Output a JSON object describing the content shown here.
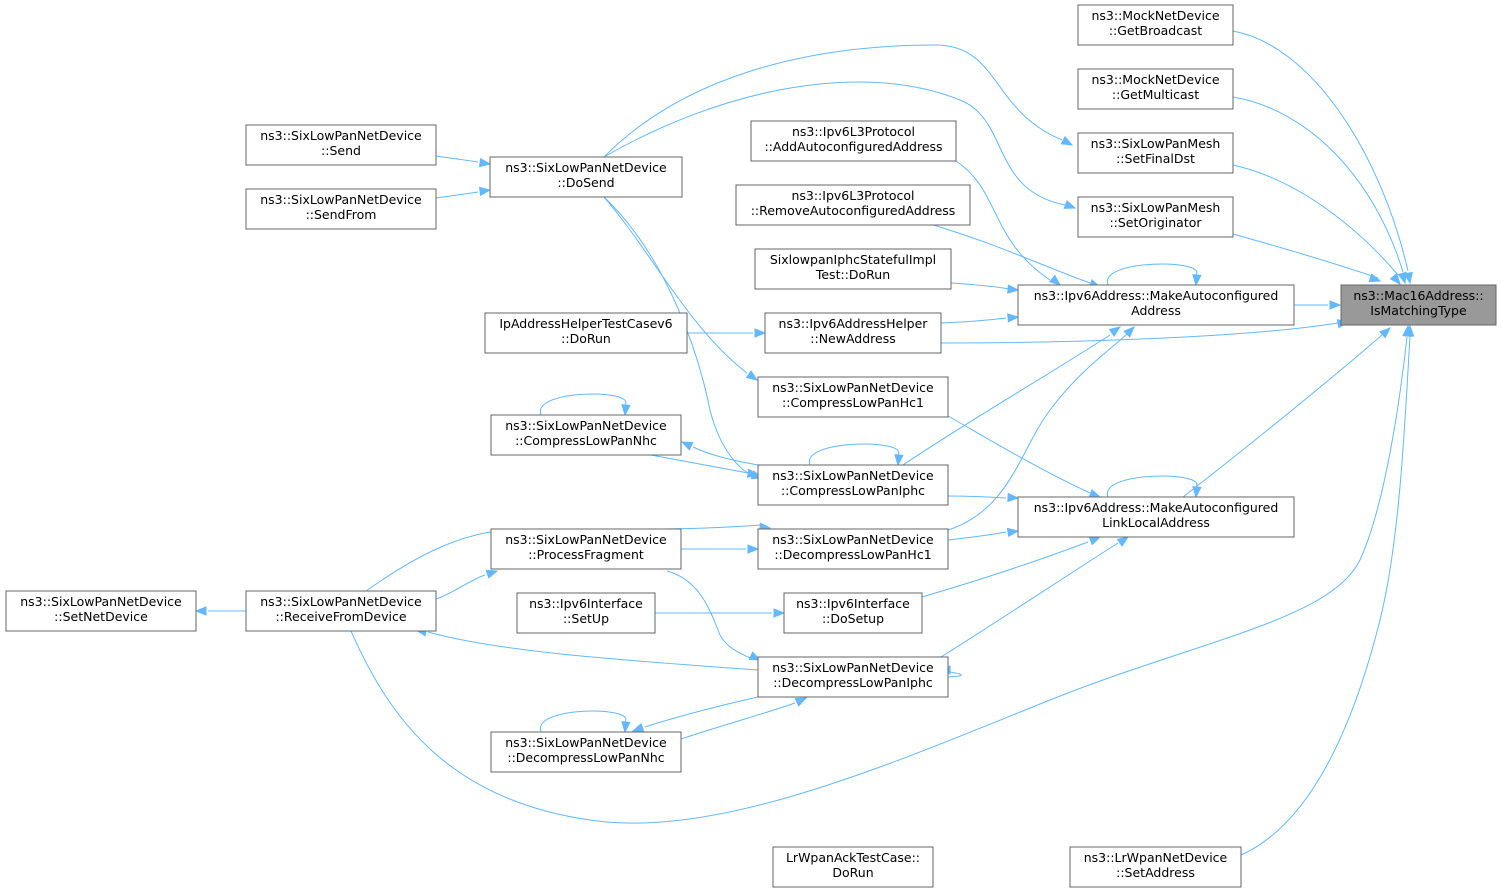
{
  "diagram": {
    "type": "call-graph",
    "edge_color": "#63b8ff",
    "root_fill": "#999999",
    "node_border": "#666666",
    "nodes": [
      {
        "id": "root",
        "root": true,
        "lines": [
          "ns3::Mac16Address::",
          "IsMatchingType"
        ]
      },
      {
        "id": "mockBcast",
        "lines": [
          "ns3::MockNetDevice",
          "::GetBroadcast"
        ]
      },
      {
        "id": "mockMcast",
        "lines": [
          "ns3::MockNetDevice",
          "::GetMulticast"
        ]
      },
      {
        "id": "setFinalDst",
        "lines": [
          "ns3::SixLowPanMesh",
          "::SetFinalDst"
        ]
      },
      {
        "id": "setOrig",
        "lines": [
          "ns3::SixLowPanMesh",
          "::SetOriginator"
        ]
      },
      {
        "id": "mkAuto",
        "lines": [
          "ns3::Ipv6Address::MakeAutoconfigured",
          "Address"
        ]
      },
      {
        "id": "newAddr",
        "lines": [
          "ns3::Ipv6AddressHelper",
          "::NewAddress"
        ]
      },
      {
        "id": "mkLL",
        "lines": [
          "ns3::Ipv6Address::MakeAutoconfigured",
          "LinkLocalAddress"
        ]
      },
      {
        "id": "lrSetAddr",
        "lines": [
          "ns3::LrWpanNetDevice",
          "::SetAddress"
        ]
      },
      {
        "id": "addAuto",
        "lines": [
          "ns3::Ipv6L3Protocol",
          "::AddAutoconfiguredAddress"
        ]
      },
      {
        "id": "remAuto",
        "lines": [
          "ns3::Ipv6L3Protocol",
          "::RemoveAutoconfiguredAddress"
        ]
      },
      {
        "id": "sixStateful",
        "lines": [
          "SixlowpanIphcStatefulImpl",
          "Test::DoRun"
        ]
      },
      {
        "id": "doSend",
        "lines": [
          "ns3::SixLowPanNetDevice",
          "::DoSend"
        ]
      },
      {
        "id": "send",
        "lines": [
          "ns3::SixLowPanNetDevice",
          "::Send"
        ]
      },
      {
        "id": "sendFrom",
        "lines": [
          "ns3::SixLowPanNetDevice",
          "::SendFrom"
        ]
      },
      {
        "id": "ipHelperRun",
        "lines": [
          "IpAddressHelperTestCasev6",
          "::DoRun"
        ]
      },
      {
        "id": "hc1",
        "lines": [
          "ns3::SixLowPanNetDevice",
          "::CompressLowPanHc1"
        ]
      },
      {
        "id": "nhc",
        "lines": [
          "ns3::SixLowPanNetDevice",
          "::CompressLowPanNhc"
        ]
      },
      {
        "id": "iphc",
        "lines": [
          "ns3::SixLowPanNetDevice",
          "::CompressLowPanIphc"
        ]
      },
      {
        "id": "dhc1",
        "lines": [
          "ns3::SixLowPanNetDevice",
          "::DecompressLowPanHc1"
        ]
      },
      {
        "id": "procFrag",
        "lines": [
          "ns3::SixLowPanNetDevice",
          "::ProcessFragment"
        ]
      },
      {
        "id": "recvFromDev",
        "lines": [
          "ns3::SixLowPanNetDevice",
          "::ReceiveFromDevice"
        ]
      },
      {
        "id": "setNetDev",
        "lines": [
          "ns3::SixLowPanNetDevice",
          "::SetNetDevice"
        ]
      },
      {
        "id": "ifSetUp",
        "lines": [
          "ns3::Ipv6Interface",
          "::SetUp"
        ]
      },
      {
        "id": "ifDoSetup",
        "lines": [
          "ns3::Ipv6Interface",
          "::DoSetup"
        ]
      },
      {
        "id": "diphc",
        "lines": [
          "ns3::SixLowPanNetDevice",
          "::DecompressLowPanIphc"
        ]
      },
      {
        "id": "dnhc",
        "lines": [
          "ns3::SixLowPanNetDevice",
          "::DecompressLowPanNhc"
        ]
      },
      {
        "id": "lrAckRun",
        "lines": [
          "LrWpanAckTestCase::",
          "DoRun"
        ]
      }
    ]
  }
}
